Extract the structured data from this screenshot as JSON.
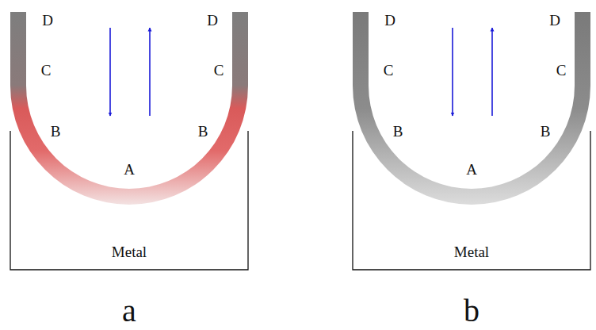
{
  "diagram": {
    "nodes": [
      {
        "text": [
          "Metal"
        ]
      },
      {
        "text": [
          "Metal"
        ]
      }
    ],
    "labels": [
      "D",
      "D",
      "C",
      "C",
      "B",
      "B",
      "A",
      "a",
      "D",
      "D",
      "C",
      "C",
      "B",
      "B",
      "A",
      "b"
    ]
  }
}
